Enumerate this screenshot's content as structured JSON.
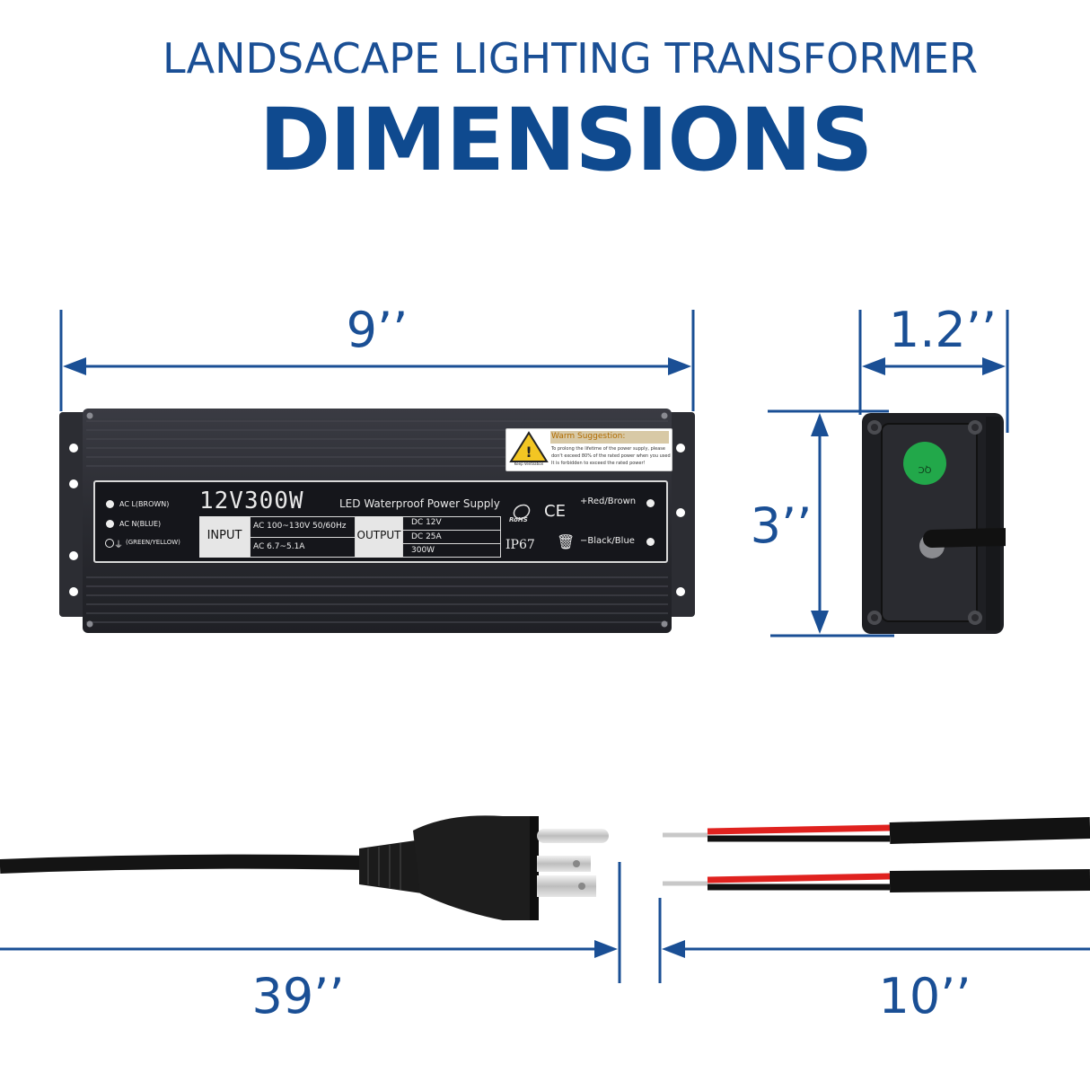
{
  "header": {
    "subtitle": "LANDSACAPE LIGHTING TRANSFORMER",
    "title": "DIMENSIONS"
  },
  "dimensions": {
    "length": "9’’",
    "depth": "1.2’’",
    "height": "3’’",
    "cord": "39’’",
    "leads": "10’’"
  },
  "device": {
    "model": "12V300W",
    "product_name": "LED Waterproof Power Supply",
    "ac_l": "AC L(BROWN)",
    "ac_n": "AC N(BLUE)",
    "ground": "(GREEN/YELLOW)",
    "input_label": "INPUT",
    "input_voltage": "AC 100~130V 50/60Hz",
    "input_current": "AC 6.7~5.1A",
    "output_label": "OUTPUT",
    "output_voltage": "DC 12V",
    "output_current": "DC 25A",
    "output_power": "300W",
    "rohs": "RoHS",
    "ce": "CE",
    "ip": "IP67",
    "positive": "+Red/Brown",
    "negative": "−Black/Blue",
    "warning_title": "Warm Suggestion:",
    "warning_line1": "To prolong the lifetime of the power supply, please",
    "warning_line2": "don't exceed 80% of the rated power when you used",
    "warning_line3": "It is forbidden to exceed the rated power!",
    "warning_icon_caption": "Keep Ventilation",
    "qc_sticker": "QC PASS"
  },
  "colors": {
    "accent": "#1a4f95",
    "housing": "#2b2c33",
    "label_panel": "#15161b",
    "warning_yellow": "#f3c623",
    "qc_green": "#22a84a",
    "wire_red": "#e0221f"
  }
}
